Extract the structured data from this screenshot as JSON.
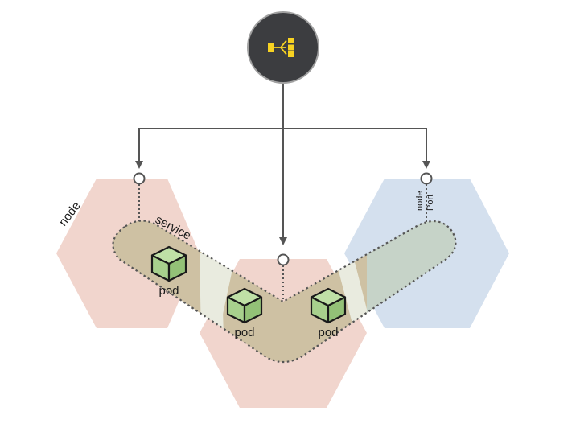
{
  "diagram": {
    "node_label": "node",
    "service_label": "service",
    "node_port_label": [
      "node",
      "Port"
    ],
    "pods": [
      {
        "label": "pod"
      },
      {
        "label": "pod"
      },
      {
        "label": "pod"
      }
    ],
    "load_balancer_icon": "load-balancer-icon"
  },
  "colors": {
    "node_red": "#f1d5cd",
    "node_blue": "#d4e0ee",
    "service_fill": "#cec1a3",
    "service_overlap": "#e9ebdf",
    "service_overlap_blue": "#c9d5c9",
    "pod_green": "#a8d08d",
    "lb_dark": "#3c3d40",
    "lb_icon_yellow": "#f7d222",
    "line": "#555555"
  }
}
